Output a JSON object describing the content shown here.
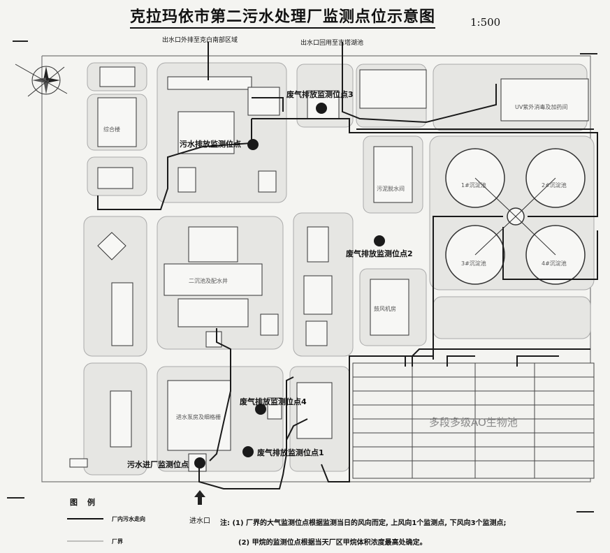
{
  "header": {
    "title": "克拉玛依市第二污水处理厂监测点位示意图",
    "scale": "1:500"
  },
  "outfall_labels": {
    "south": "出水口外排至克白南部区域",
    "north": "出水口回用至吉塔湖池"
  },
  "monitoring_points": [
    {
      "id": "gas3",
      "label": "废气排放监测位点3"
    },
    {
      "id": "sewage_out",
      "label": "污水排放监测位点"
    },
    {
      "id": "gas2",
      "label": "废气排放监测位点2"
    },
    {
      "id": "gas4",
      "label": "废气排放监测位点4"
    },
    {
      "id": "gas1",
      "label": "废气排放监测位点1"
    },
    {
      "id": "sewage_in",
      "label": "污水进厂监测位点"
    }
  ],
  "facilities": {
    "biochem": "多段多级AO生物池",
    "uv": "UV紫外消毒及加药间",
    "tank1": "1#沉淀池",
    "tank2": "2#沉淀池",
    "tank3": "3#沉淀池",
    "tank4": "4#沉淀池",
    "sludge": "污泥脱水间",
    "blower": "鼓风机房",
    "pretreat": "进水泵房及细格栅",
    "building_a": "综合楼",
    "building_b": "二沉池及配水井"
  },
  "legend": {
    "title": "图例",
    "line_pipe": "厂内污水走向",
    "line_wall": "厂界"
  },
  "inlet_label": "进水口",
  "notes": {
    "note1": "注: (1) 厂界的大气监测位点根据监测当日的风向而定, 上风向1个监测点, 下风向3个监测点;",
    "note2": "(2) 甲烷的监测位点根据当天厂区甲烷体积浓度最高处确定。"
  },
  "colors": {
    "ink": "#111111",
    "pipe": "#1a1a1a",
    "block": "#d9d9d6",
    "background": "#f4f4f1"
  }
}
